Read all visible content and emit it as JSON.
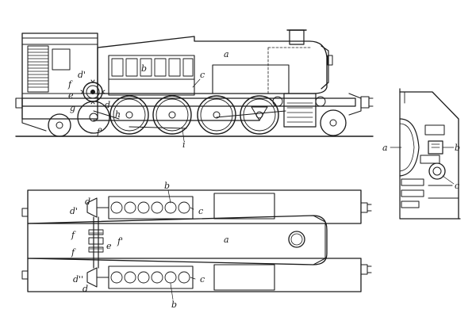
{
  "figure": {
    "side_view": {
      "labels": {
        "a": "a",
        "b": "b",
        "c": "c",
        "d1": "d'",
        "d": "d",
        "e": "e",
        "f": "f",
        "f1": "f'",
        "g": "g",
        "h": "h",
        "i": "i"
      }
    },
    "plan_view": {
      "labels": {
        "b_top": "b",
        "c_top": "c",
        "d_top": "d",
        "d1_top": "d'",
        "a": "a",
        "f": "f",
        "f1": "f'",
        "e": "e",
        "d11": "d''",
        "d_bottom": "d",
        "c_bottom": "c",
        "b_bottom": "b"
      }
    },
    "end_view": {
      "labels": {
        "a": "a",
        "b": "b",
        "c": "c"
      }
    }
  }
}
